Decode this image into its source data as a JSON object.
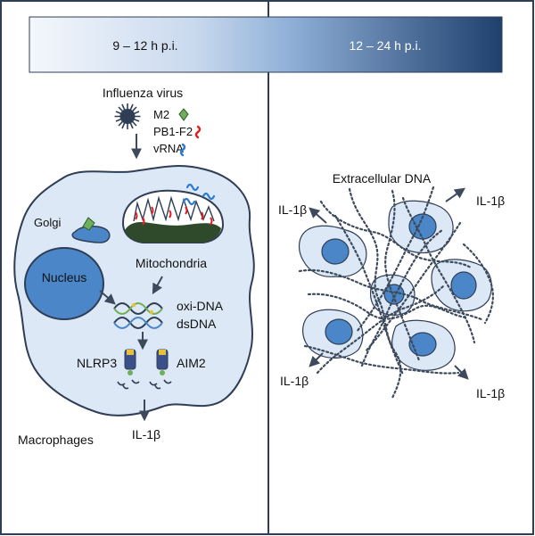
{
  "timeline": {
    "left_label": "9 – 12 h p.i.",
    "right_label": "12 – 24 h p.i."
  },
  "left_panel": {
    "virus_label": "Influenza virus",
    "legend": {
      "m2": "M2",
      "pb1f2": "PB1-F2",
      "vrna": "vRNA"
    },
    "golgi": "Golgi",
    "nucleus": "Nucleus",
    "mitochondria": "Mitochondria",
    "oxi_dna": "oxi-DNA",
    "dsdna": "dsDNA",
    "nlrp3": "NLRP3",
    "aim2": "AIM2",
    "il1b_out": "IL-1β",
    "cell_type": "Macrophages"
  },
  "right_panel": {
    "extracellular": "Extracellular DNA",
    "il1b_top_left": "IL-1β",
    "il1b_top_right": "IL-1β",
    "il1b_bottom_left": "IL-1β",
    "il1b_bottom_right": "IL-1β"
  },
  "colors": {
    "cell_fill": "#dce8f5",
    "nucleus_fill": "#4a86c8",
    "outline": "#2f3e55",
    "bar_light": "#eef3fa",
    "bar_dark": "#1f3f6d",
    "m2_green": "#6fae5a",
    "pb1f2_red": "#e02020",
    "vrna_blue": "#2a7ad0",
    "mito_dark": "#2e4a2a"
  }
}
